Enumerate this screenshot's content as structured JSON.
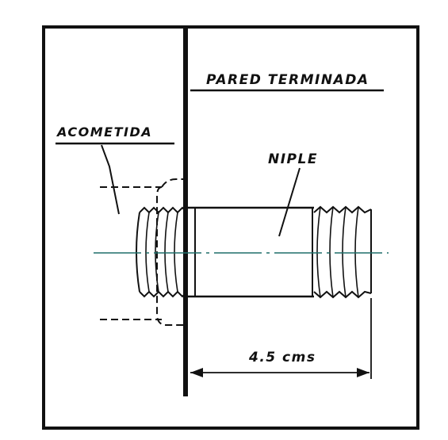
{
  "labels": {
    "wall": "PARED TERMINADA",
    "service": "ACOMETIDA",
    "nipple": "NIPLE",
    "dimension": "4.5 cms"
  },
  "colors": {
    "ink": "#111111",
    "centerline": "#1f6f6a",
    "paper": "#ffffff"
  }
}
